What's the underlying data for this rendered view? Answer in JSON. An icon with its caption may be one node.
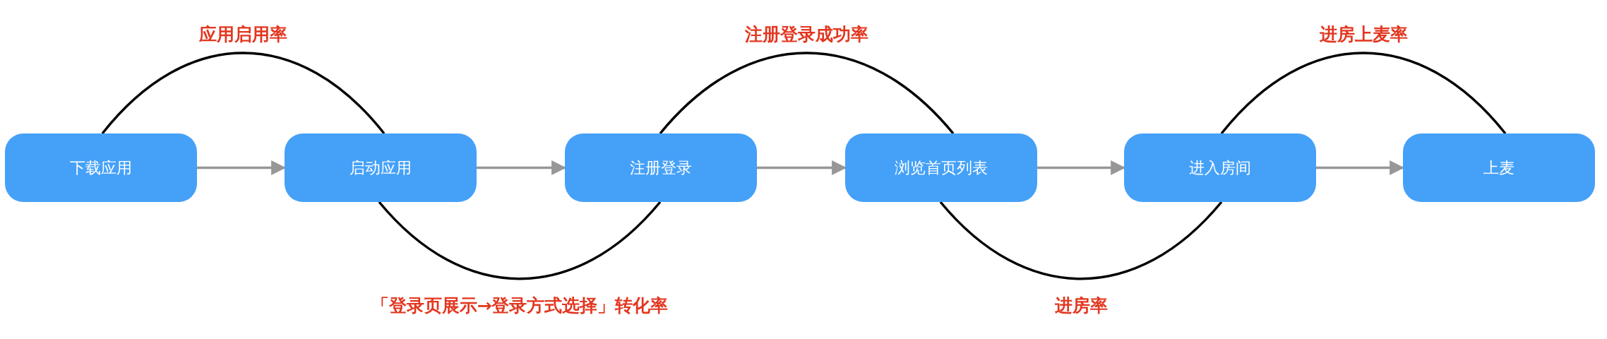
{
  "diagram": {
    "nodes": [
      {
        "text": [
          "下载应用"
        ]
      },
      {
        "text": [
          "启动应用"
        ]
      },
      {
        "text": [
          "注册登录"
        ]
      },
      {
        "text": [
          "浏览首页列表"
        ]
      },
      {
        "text": [
          "进入房间"
        ]
      },
      {
        "text": [
          "上麦"
        ]
      }
    ],
    "edges": [
      {
        "from": 0,
        "to": 1,
        "arrow": "to"
      },
      {
        "from": 1,
        "to": 2,
        "arrow": "to"
      },
      {
        "from": 2,
        "to": 3,
        "arrow": "to"
      },
      {
        "from": 3,
        "to": 4,
        "arrow": "to"
      },
      {
        "from": 4,
        "to": 5,
        "arrow": "to"
      },
      {
        "from": 0,
        "to": 1,
        "arrow": "none",
        "label": "应用启用率",
        "color": "#000000"
      },
      {
        "from": 1,
        "to": 2,
        "arrow": "none",
        "label": "「登录页展示→登录方式选择」转化率",
        "color": "#000000"
      },
      {
        "from": 2,
        "to": 3,
        "arrow": "none",
        "label": "注册登录成功率",
        "color": "#000000"
      },
      {
        "from": 3,
        "to": 4,
        "arrow": "none",
        "label": "进房率",
        "color": "#000000"
      },
      {
        "from": 4,
        "to": 5,
        "arrow": "none",
        "label": "进房上麦率",
        "color": "#000000"
      }
    ]
  }
}
